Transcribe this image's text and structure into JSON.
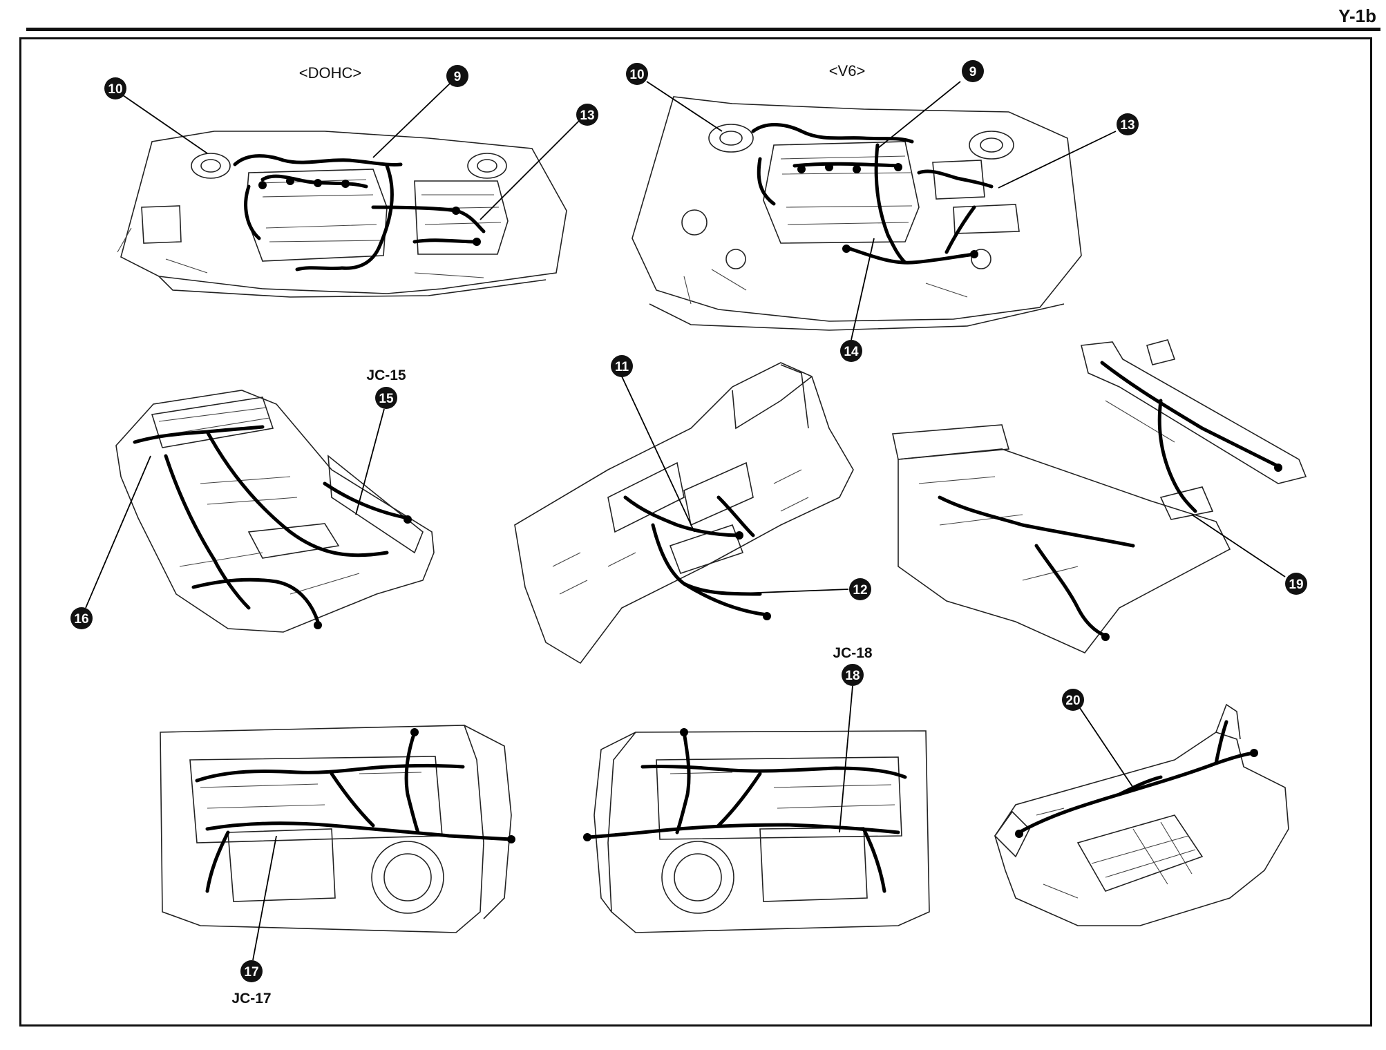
{
  "header": {
    "page_code": "Y-1b"
  },
  "labels": {
    "dohc": "<DOHC>",
    "v6": "<V6>"
  },
  "connectors": {
    "jc15": "JC-15",
    "jc17": "JC-17",
    "jc18": "JC-18"
  },
  "callouts": [
    "9",
    "10",
    "11",
    "12",
    "13",
    "14",
    "15",
    "16",
    "17",
    "18",
    "19",
    "20"
  ]
}
